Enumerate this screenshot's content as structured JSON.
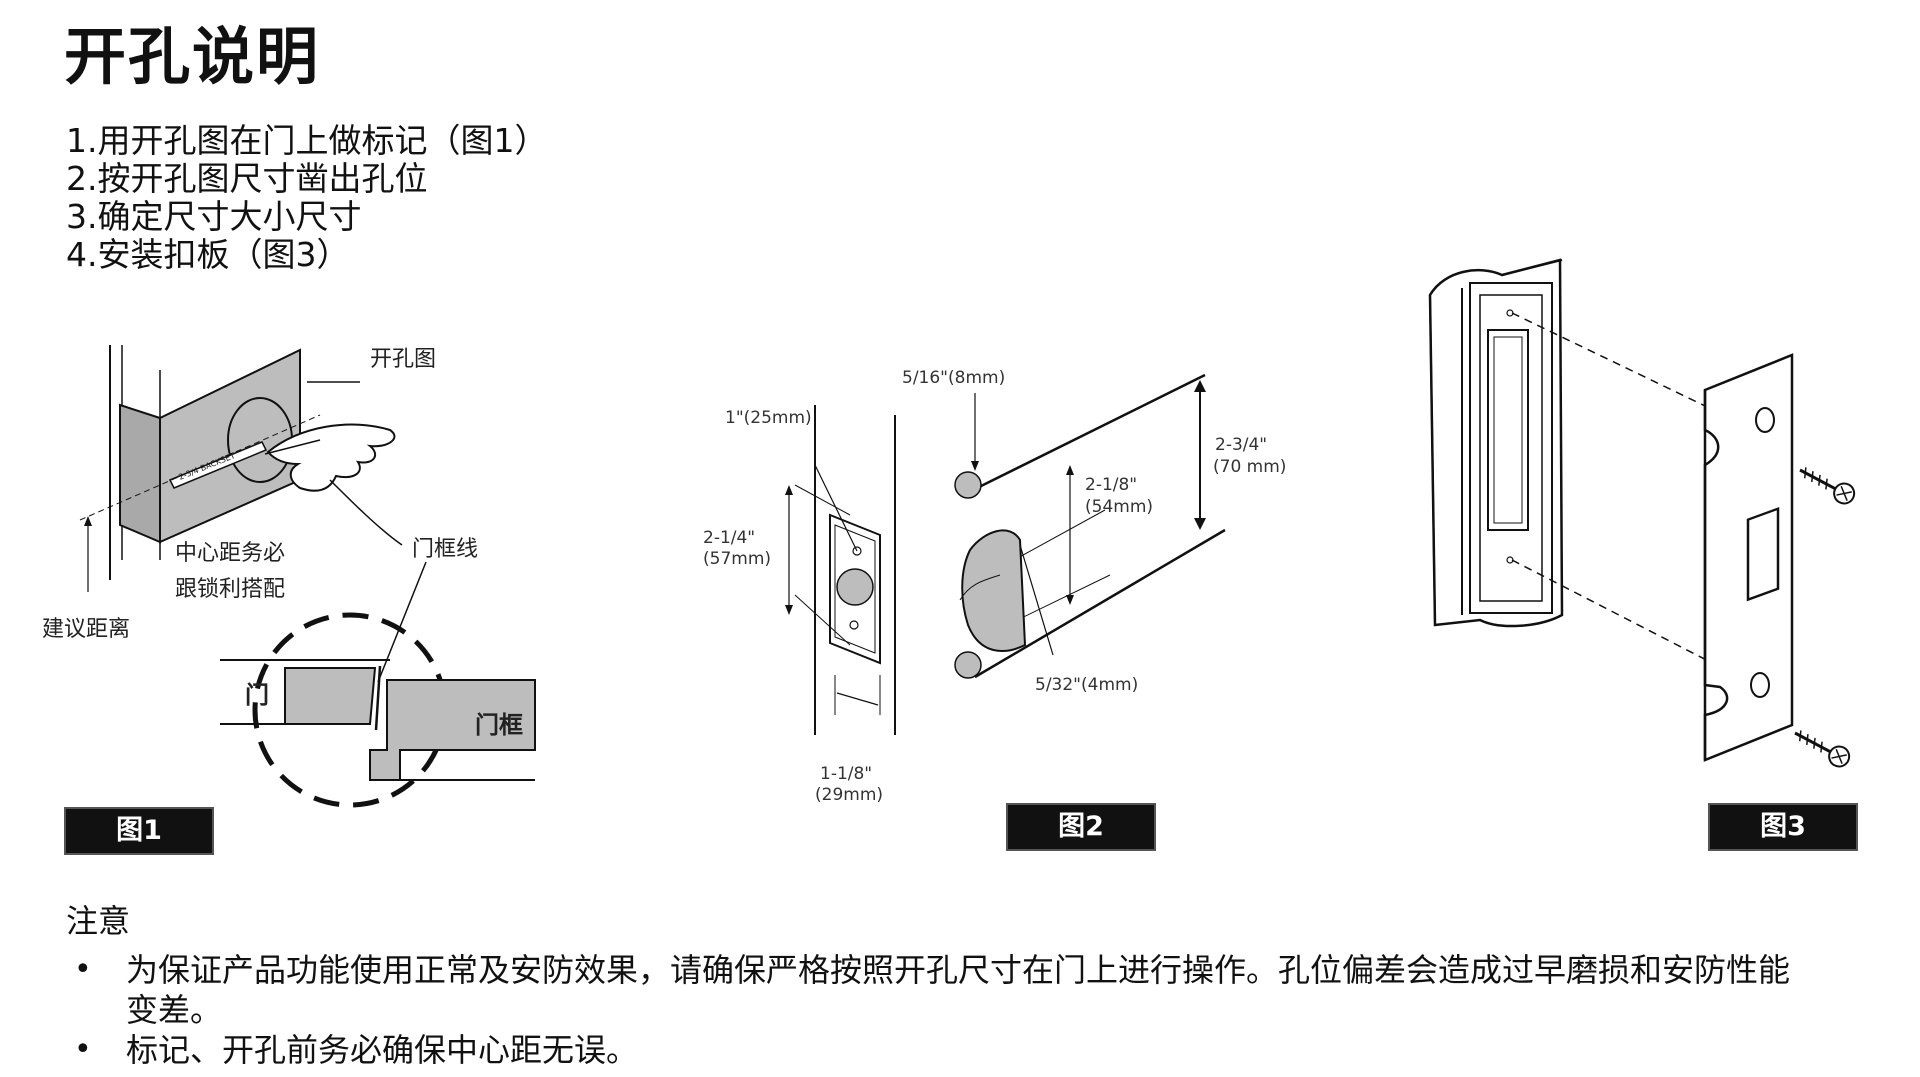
{
  "title": "开孔说明",
  "steps": [
    "1.用开孔图在门上做标记（图1）",
    "2.按开孔图尺寸凿出孔位",
    "3.确定尺寸大小尺寸",
    "4.安装扣板（图3）"
  ],
  "figure1": {
    "label": "图1",
    "template_label": "开孔图",
    "center_distance_label_1": "中心距务必",
    "center_distance_label_2": "跟锁利搭配",
    "suggest_distance_label": "建议距离",
    "frame_line_label": "门框线",
    "door_label": "门",
    "frame_label": "门框",
    "backset_text": "2-3/4  BACKSET"
  },
  "figure2": {
    "label": "图2",
    "dim_25mm": "1\"(25mm)",
    "dim_8mm": "5/16\"(8mm)",
    "dim_70mm_1": "2-3/4\"",
    "dim_70mm_2": "(70 mm)",
    "dim_54mm_1": "2-1/8\"",
    "dim_54mm_2": "(54mm)",
    "dim_57mm_1": "2-1/4\"",
    "dim_57mm_2": "(57mm)",
    "dim_4mm": "5/32\"(4mm)",
    "dim_29mm_1": "1-1/8\"",
    "dim_29mm_2": "(29mm)"
  },
  "figure3": {
    "label": "图3"
  },
  "notice": {
    "heading": "注意",
    "items": [
      "为保证产品功能使用正常及安防效果，请确保严格按照开孔尺寸在门上进行操作。孔位偏差会造成过早磨损和安防性能变差。",
      "标记、开孔前务必确保中心距无误。"
    ],
    "bullet": "•"
  },
  "colors": {
    "ink": "#111111",
    "fill_gray": "#bfbfbf",
    "fill_dark": "#9a9a9a"
  }
}
